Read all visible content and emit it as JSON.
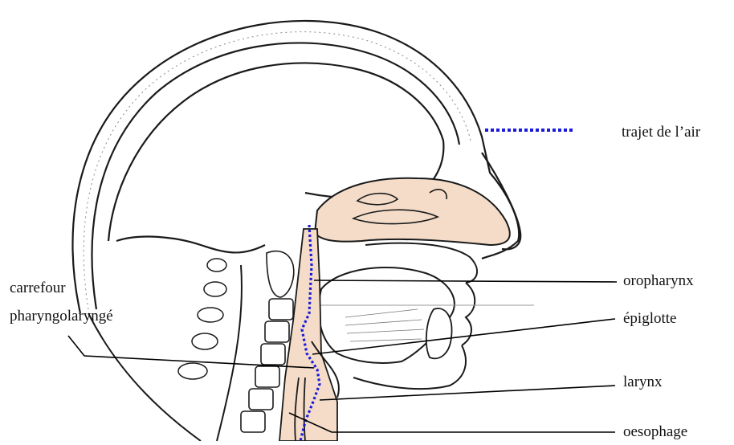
{
  "legend": {
    "air_path_label": "trajet de l’air",
    "air_path_color": "#1a1adb"
  },
  "labels": {
    "carrefour_line1": "carrefour",
    "carrefour_line2": "pharyngolaryngé",
    "oropharynx": "oropharynx",
    "epiglotte": "épiglotte",
    "larynx": "larynx",
    "oesophage": "oesophage"
  },
  "colors": {
    "outline": "#1a1a1a",
    "tissue_fill": "#f4dcc9",
    "bone_fill": "#ffffff"
  }
}
